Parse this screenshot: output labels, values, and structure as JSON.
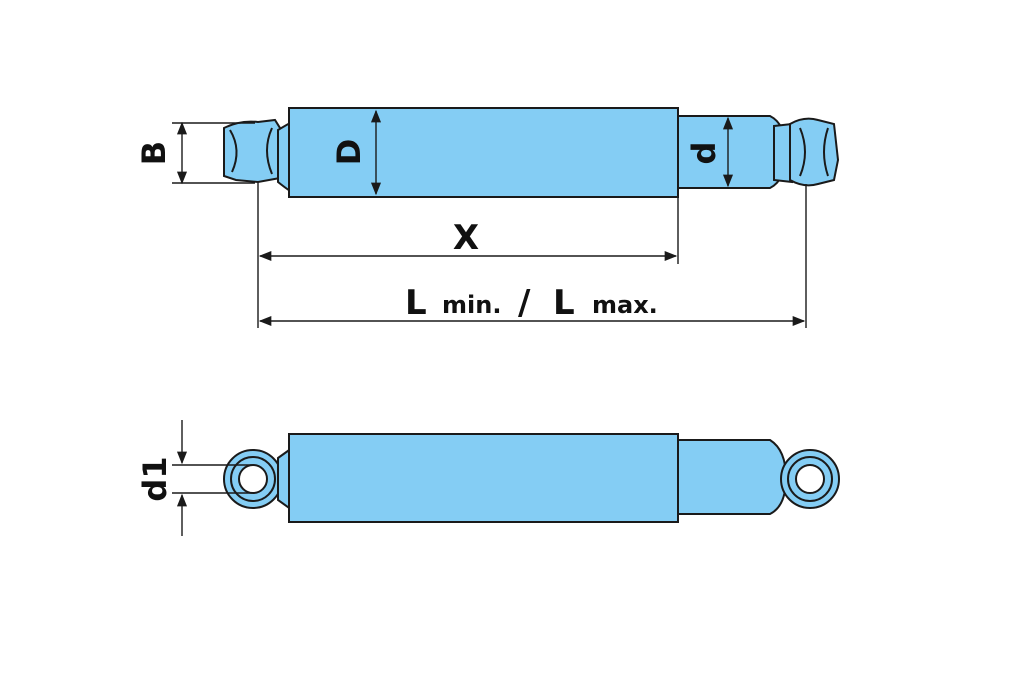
{
  "labels": {
    "B": "B",
    "D": "D",
    "d": "d",
    "X": "X",
    "L_min_big": "L",
    "L_min_small": "min.",
    "slash": "/",
    "L_max_big": "L",
    "L_max_small": "max.",
    "d1": "d1"
  },
  "colors": {
    "body": "#84cdf4",
    "outline": "#1a1a1a",
    "background": "#ffffff"
  }
}
